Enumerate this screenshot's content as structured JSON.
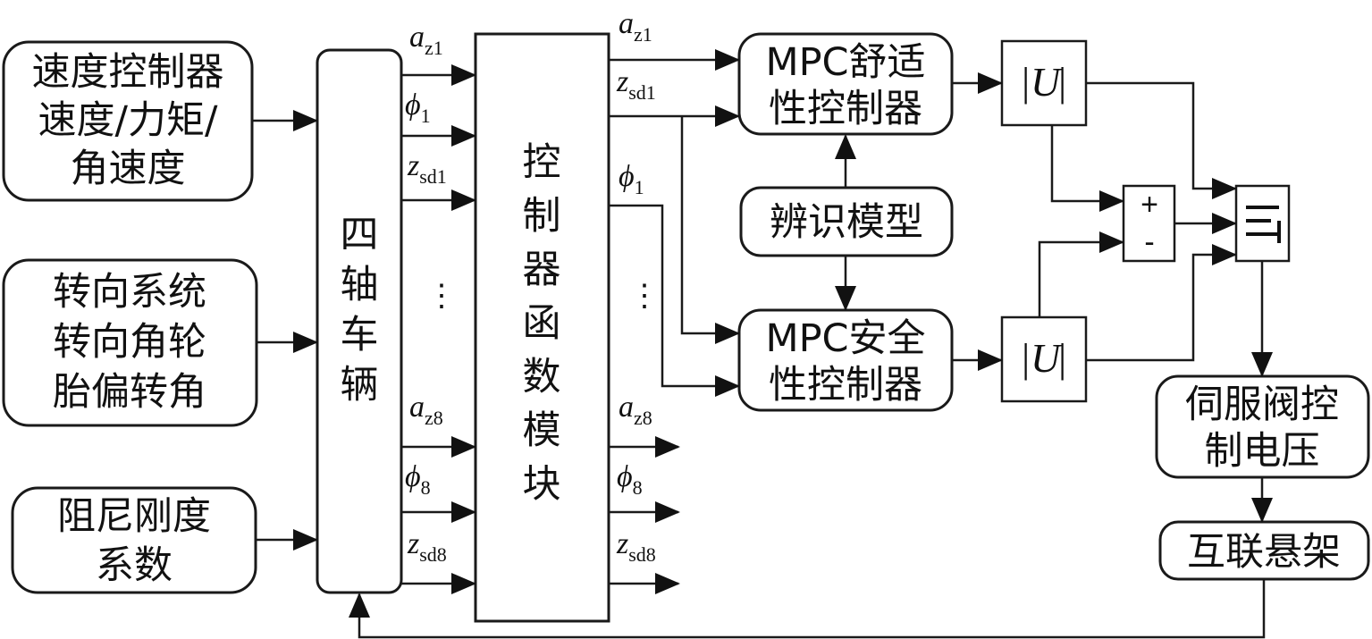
{
  "blocks": {
    "speed_controller": [
      "速度控制器",
      "速度/力矩/",
      "角速度"
    ],
    "steering_system": [
      "转向系统",
      "转向角轮",
      "胎偏转角"
    ],
    "damping_stiffness": [
      "阻尼刚度",
      "系数"
    ],
    "vehicle": [
      "四",
      "轴",
      "车",
      "辆"
    ],
    "controller_function": [
      "控",
      "制",
      "器",
      "函",
      "数",
      "模",
      "块"
    ],
    "mpc_comfort": [
      "MPC舒适",
      "性控制器"
    ],
    "identification_model": "辨识模型",
    "mpc_safety": [
      "MPC安全",
      "性控制器"
    ],
    "abs_comfort": {
      "bar": "|",
      "symbol": "U"
    },
    "abs_safety": {
      "bar": "|",
      "symbol": "U"
    },
    "sum": {
      "plus": "+",
      "minus": "-"
    },
    "servo_voltage": [
      "伺服阀控",
      "制电压"
    ],
    "interconnected_suspension": "互联悬架"
  },
  "signals": {
    "az": {
      "symbol": "a",
      "sub1": "z1",
      "sub8": "z8"
    },
    "phi": {
      "symbol": "ϕ",
      "sub1": "1",
      "sub8": "8"
    },
    "zsd": {
      "symbol": "z",
      "sub1": "sd1",
      "sub8": "sd8"
    },
    "ellipsis": "⋮"
  }
}
